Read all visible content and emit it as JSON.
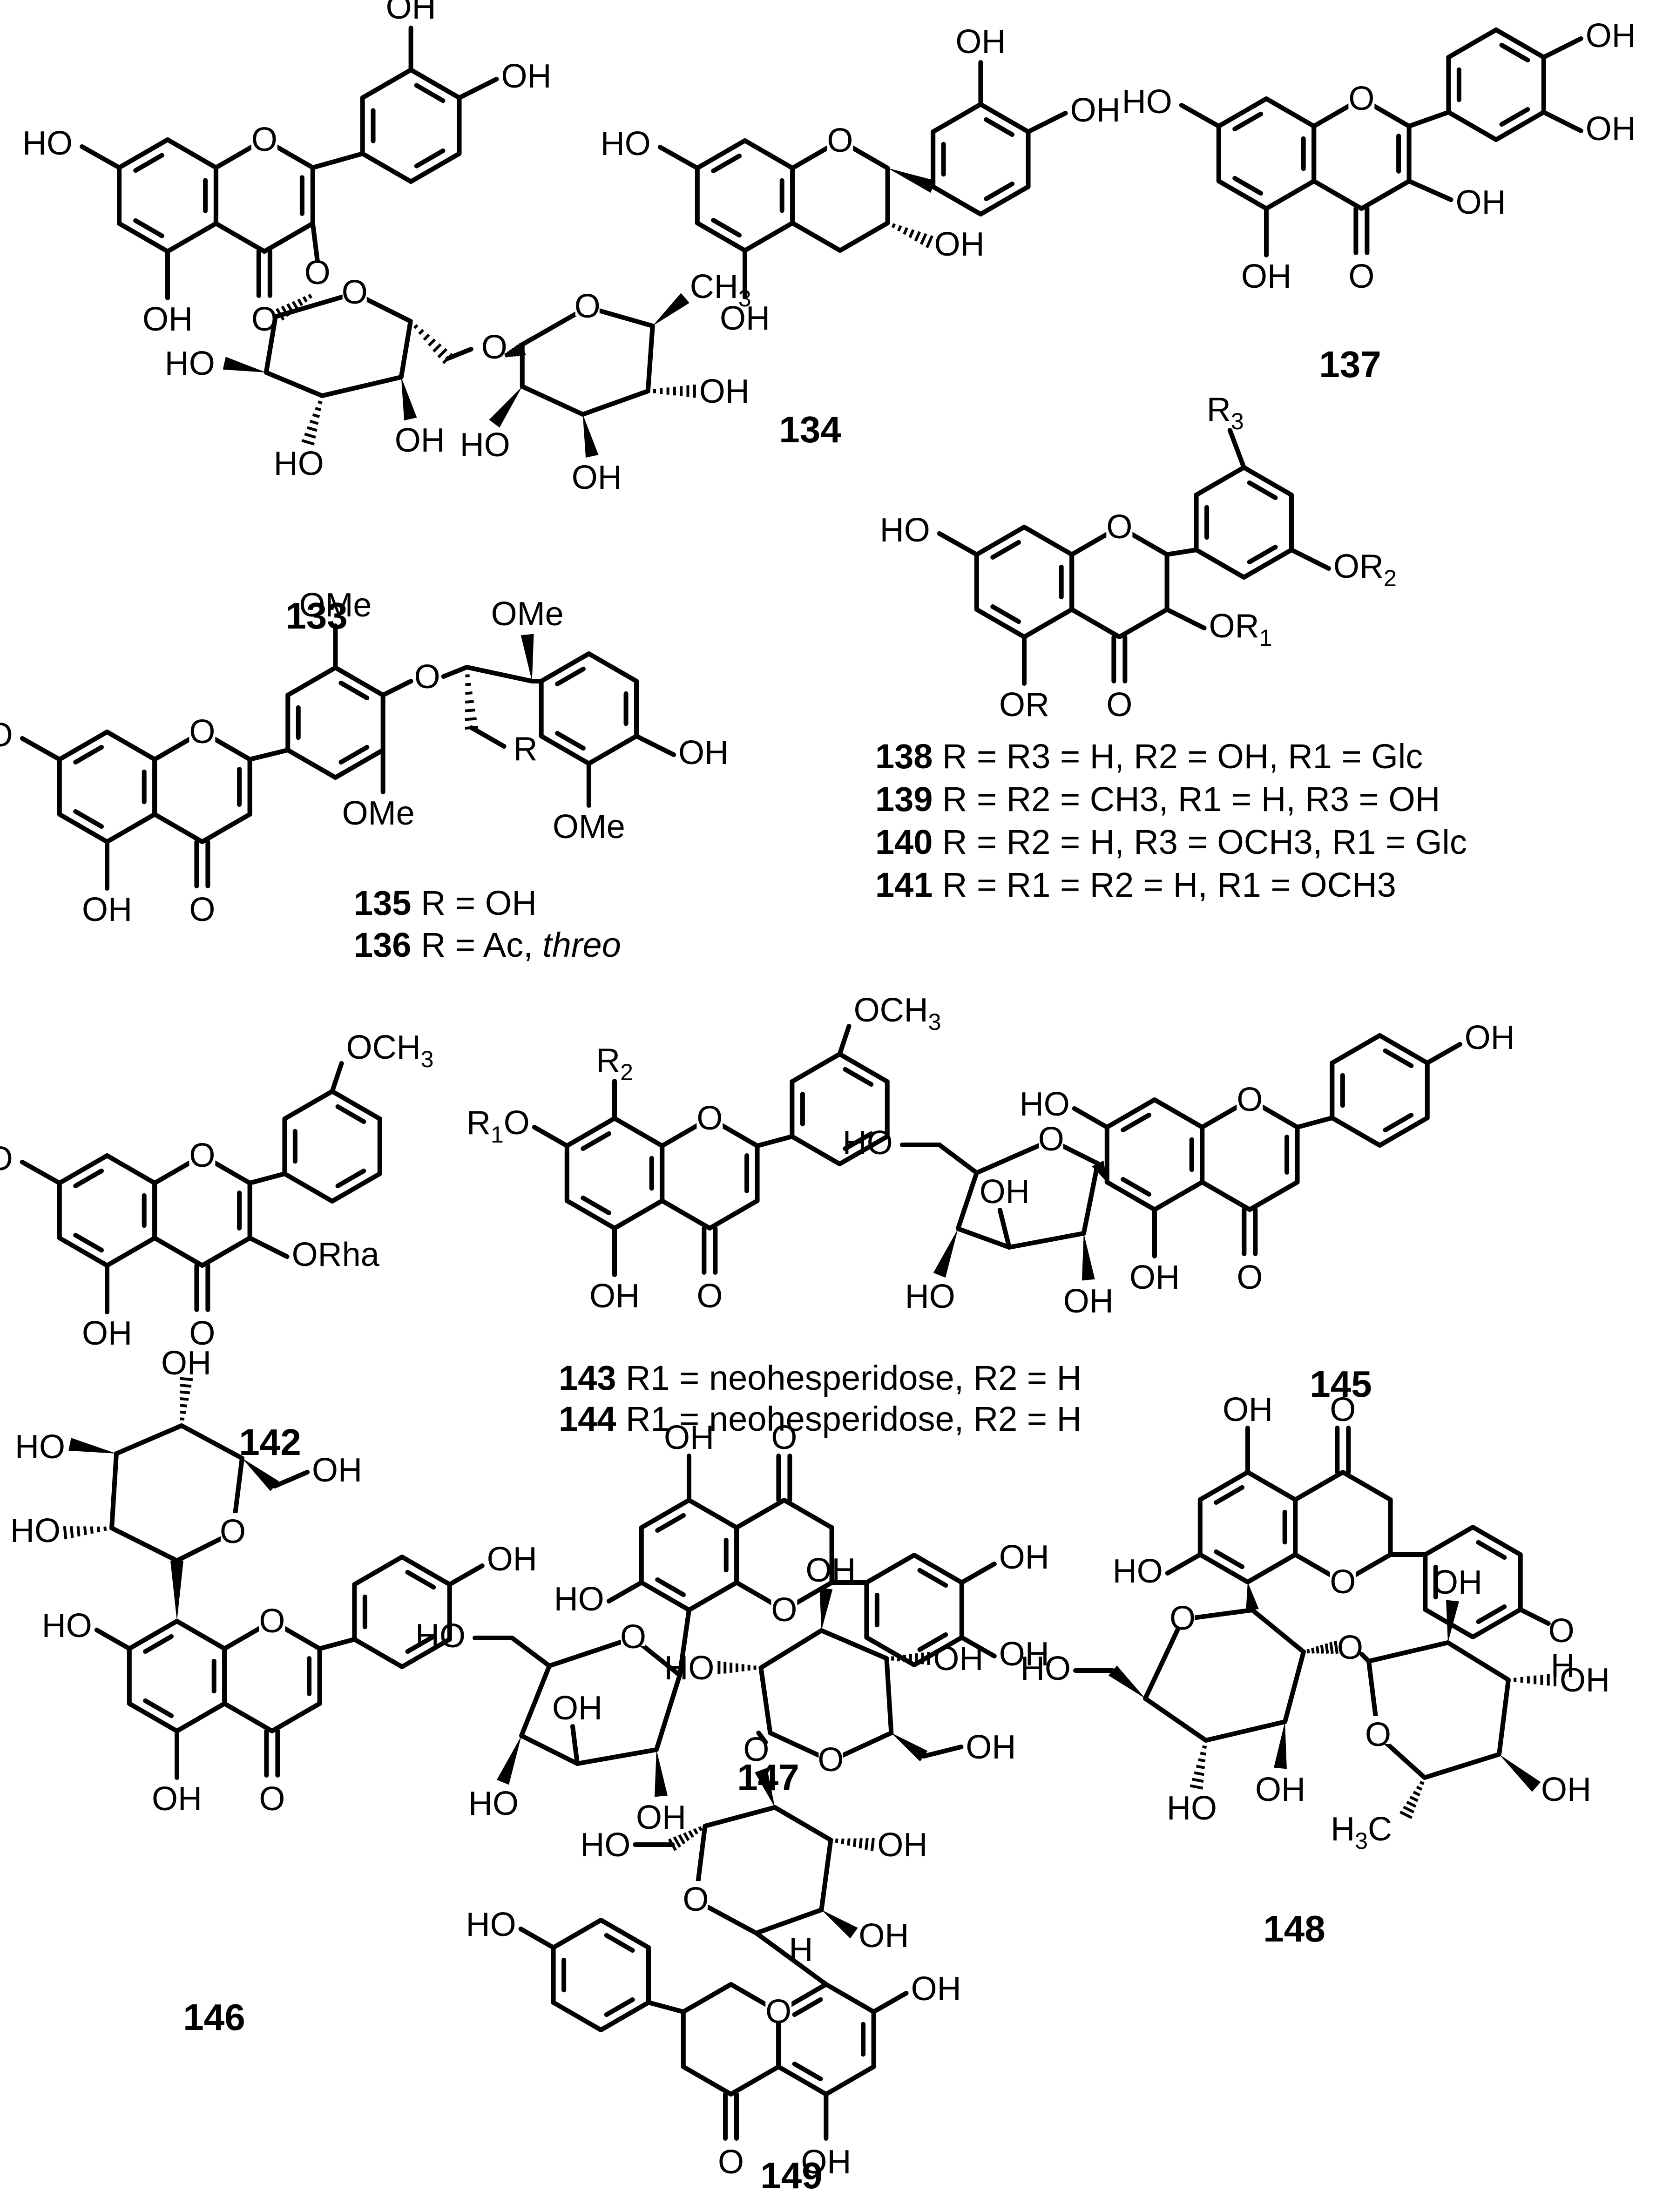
{
  "compounds": [
    {
      "id": "133"
    },
    {
      "id": "134"
    },
    {
      "id": "135"
    },
    {
      "id": "136"
    },
    {
      "id": "137"
    },
    {
      "id": "138"
    },
    {
      "id": "139"
    },
    {
      "id": "140"
    },
    {
      "id": "141"
    },
    {
      "id": "142"
    },
    {
      "id": "143"
    },
    {
      "id": "144"
    },
    {
      "id": "145"
    },
    {
      "id": "146"
    },
    {
      "id": "147"
    },
    {
      "id": "148"
    },
    {
      "id": "149"
    }
  ],
  "captions": {
    "c135": " R = OH",
    "c136a": " R = Ac, ",
    "c136b": "threo",
    "c138": " R = R",
    "c138_full": "R = R3 = H, R2 = OH, R1 = Glc",
    "c139_full": "R = R2 = CH3, R1 = H, R3 = OH",
    "c140_full": "R = R2 = H, R3 = OCH3, R1 = Glc",
    "c141_full": "R = R1 = R2 = H, R1 = OCH3",
    "c143_full": "R1 = neohesperidose, R2 = H",
    "c144_full": "R1 = neohesperidose, R2 = H"
  },
  "atoms": {
    "OH": "OH",
    "HO": "HO",
    "O": "O",
    "OMe": "OMe",
    "CH3": "CH",
    "H3C": "H",
    "H": "H",
    "OCH3": "OCH",
    "ORha": "ORha",
    "OR": "OR",
    "R": "R",
    "R1": "R",
    "R2": "R",
    "R3": "R",
    "ORa": "OR",
    "eq": " = ",
    "Glc": "Glc",
    "neo": "neohesperidose",
    "Ac": "Ac",
    "sub1": "1",
    "sub2": "2",
    "sub3": "3",
    "C": "C"
  }
}
